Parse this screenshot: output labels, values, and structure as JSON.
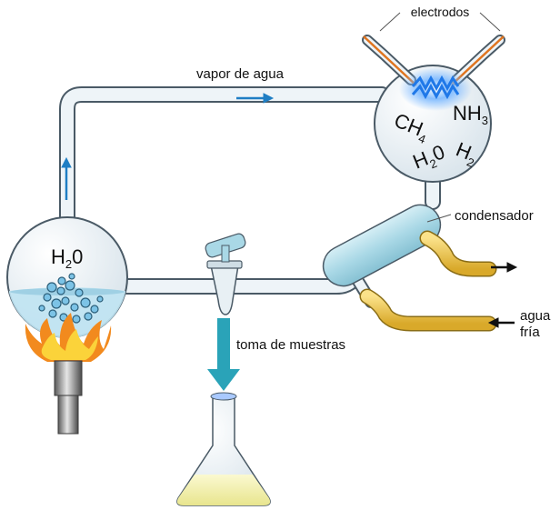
{
  "labels": {
    "electrodes": "electrodos",
    "water_vapor": "vapor de agua",
    "condenser": "condensador",
    "sampling": "toma de muestras",
    "cold_water_line1": "agua",
    "cold_water_line2": "fría"
  },
  "flask_formula": {
    "main": "H",
    "sub": "2",
    "tail": "0"
  },
  "gases": {
    "methane": {
      "main": "CH",
      "sub": "4"
    },
    "ammonia": {
      "main": "NH",
      "sub": "3"
    },
    "water": {
      "main": "H",
      "sub": "2",
      "tail": "0"
    },
    "hydrogen": {
      "main": "H",
      "sub": "2"
    }
  },
  "colors": {
    "glass_fill": "#e9f1f6",
    "glass_stroke": "#4a5a66",
    "water": "#bfe3f2",
    "condenser": "#a9d8e6",
    "hose": "#f0c64a",
    "electrode": "#e0741e",
    "spark": "#1f78e8",
    "flow_arrow": "#1f7ec4",
    "sample_arrow": "#2aa3b8",
    "flame": "#f28a1e",
    "liquid": "#f2f0b0"
  },
  "icons": [
    "spark-icon",
    "flame-icon",
    "flow-arrow-icon",
    "outflow-arrow-icon",
    "inflow-arrow-icon"
  ]
}
